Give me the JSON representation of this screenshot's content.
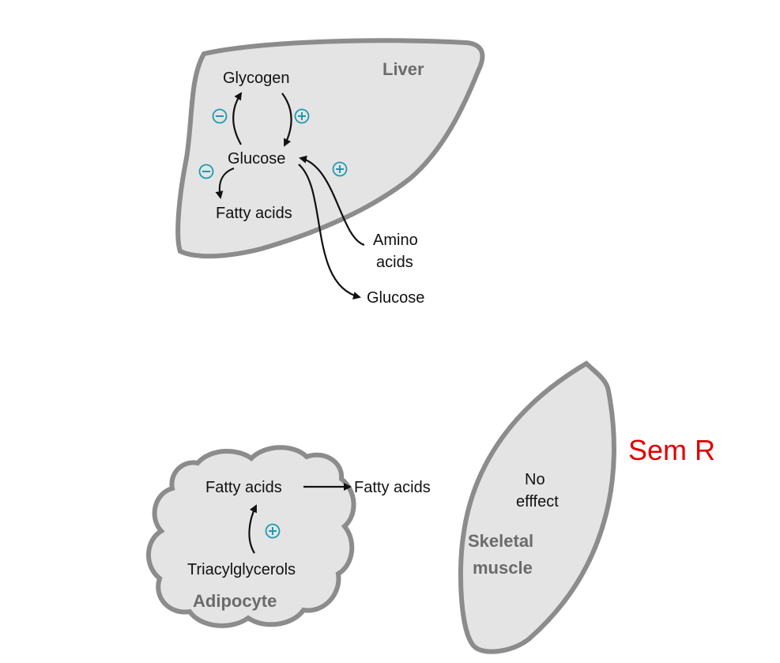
{
  "liver": {
    "organ_label": "Liver",
    "glycogen": "Glycogen",
    "glucose_inner": "Glucose",
    "fatty_acids": "Fatty acids",
    "amino_line1": "Amino",
    "amino_line2": "acids",
    "glucose_out": "Glucose"
  },
  "adipocyte": {
    "organ_label": "Adipocyte",
    "fatty_acids_inner": "Fatty acids",
    "triacylglycerols": "Triacylglycerols",
    "fatty_acids_out": "Fatty acids"
  },
  "muscle": {
    "organ_label_line1": "Skeletal",
    "organ_label_line2": "muscle",
    "effect_line1": "No",
    "effect_line2": "efffect"
  },
  "note": "Sem R",
  "colors": {
    "organ_fill": "#e4e4e4",
    "organ_border": "#8c8c8c",
    "sign_color": "#1e9ab0",
    "note_color": "#e00000"
  },
  "icons": {
    "stimulate": "plus-circle-icon",
    "inhibit": "minus-circle-icon"
  }
}
